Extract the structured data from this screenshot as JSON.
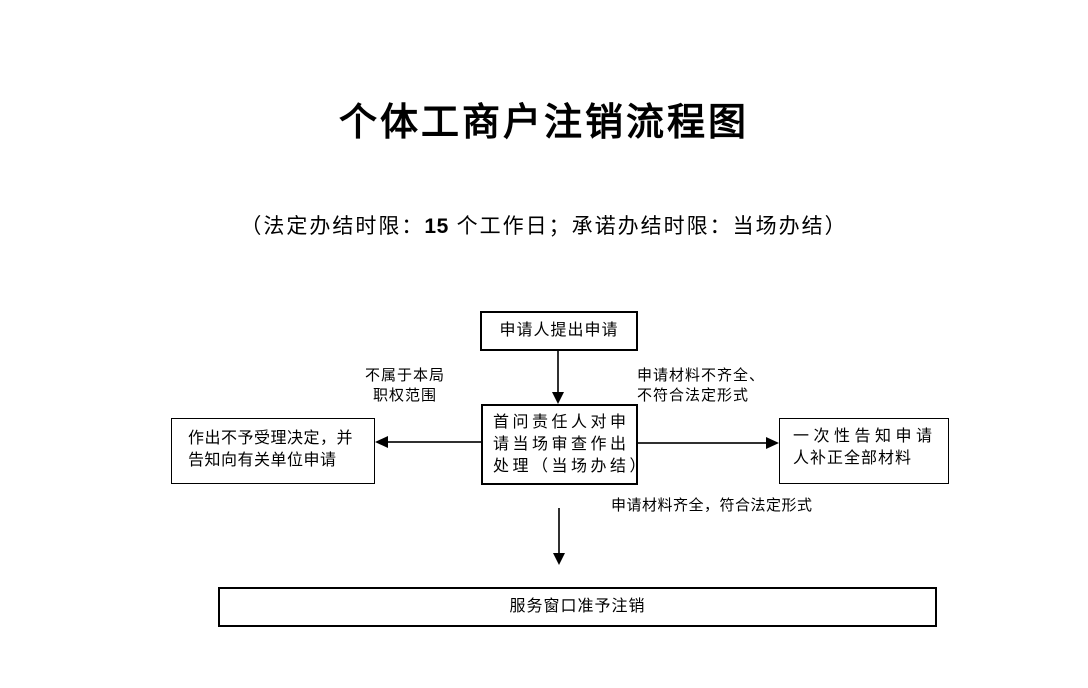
{
  "page": {
    "title": "个体工商户注销流程图",
    "subtitle_parts": {
      "prefix": "（法定办结时限：",
      "number": "15",
      "suffix": " 个工作日；承诺办结时限：当场办结）"
    }
  },
  "flowchart": {
    "nodes": {
      "start": {
        "text": "申请人提出申请"
      },
      "review": {
        "lines": [
          "首问责任人对申",
          "请当场审查作出",
          "处理（当场办结）"
        ]
      },
      "reject": {
        "lines": [
          "作出不予受理决定，并",
          "告知向有关单位申请"
        ]
      },
      "supplement": {
        "lines": [
          "一次性告知申请",
          "人补正全部材料"
        ]
      },
      "approve": {
        "text": "服务窗口准予注销"
      }
    },
    "edge_labels": {
      "out_of_scope": {
        "lines": [
          "不属于本局",
          "职权范围"
        ]
      },
      "materials_incomplete": {
        "lines": [
          "申请材料不齐全、",
          "不符合法定形式"
        ]
      },
      "materials_complete": "申请材料齐全，符合法定形式"
    }
  },
  "colors": {
    "text": "#000000",
    "border": "#000000",
    "arrow_line": "#303030",
    "arrow_head": "#000000",
    "background": "#ffffff"
  }
}
